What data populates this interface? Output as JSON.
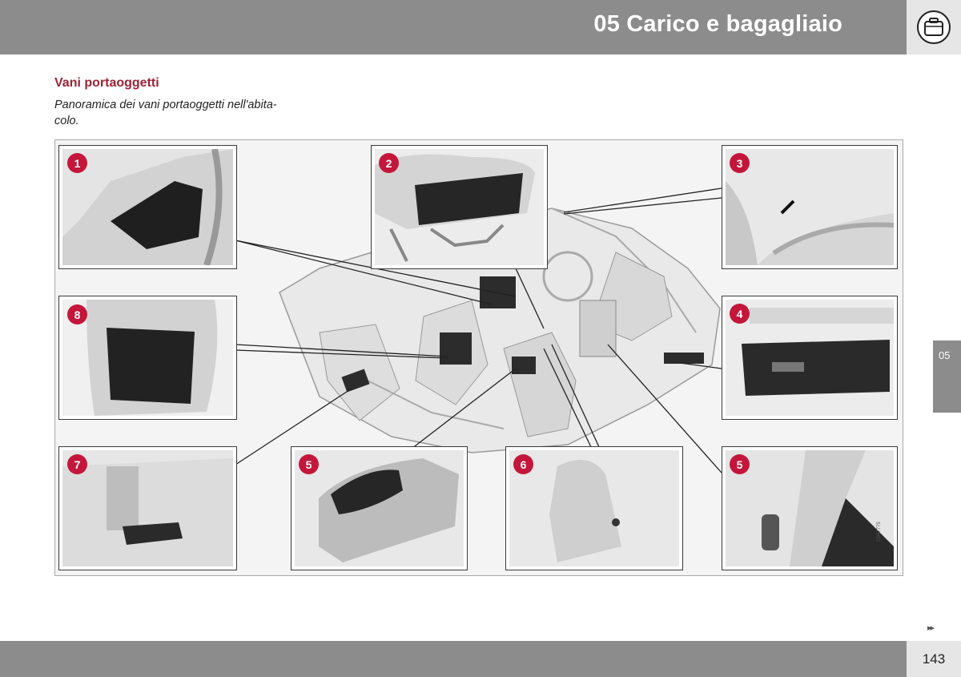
{
  "header": {
    "chapter_title": "05 Carico e bagagliaio",
    "icon": "suitcase-icon"
  },
  "section": {
    "title": "Vani portaoggetti",
    "intro": "Panoramica dei vani portaoggetti nell'abita-\ncolo."
  },
  "figure": {
    "code": "G047775",
    "badges": [
      "1",
      "2",
      "3",
      "4",
      "5",
      "6",
      "5",
      "7",
      "8"
    ],
    "colors": {
      "badge": "#c4163a",
      "title": "#9b2335",
      "bars": "#8c8c8c"
    }
  },
  "chapter_tab": "05",
  "next_page_indicator": "▸▸",
  "footer": {
    "page_number": "143"
  }
}
